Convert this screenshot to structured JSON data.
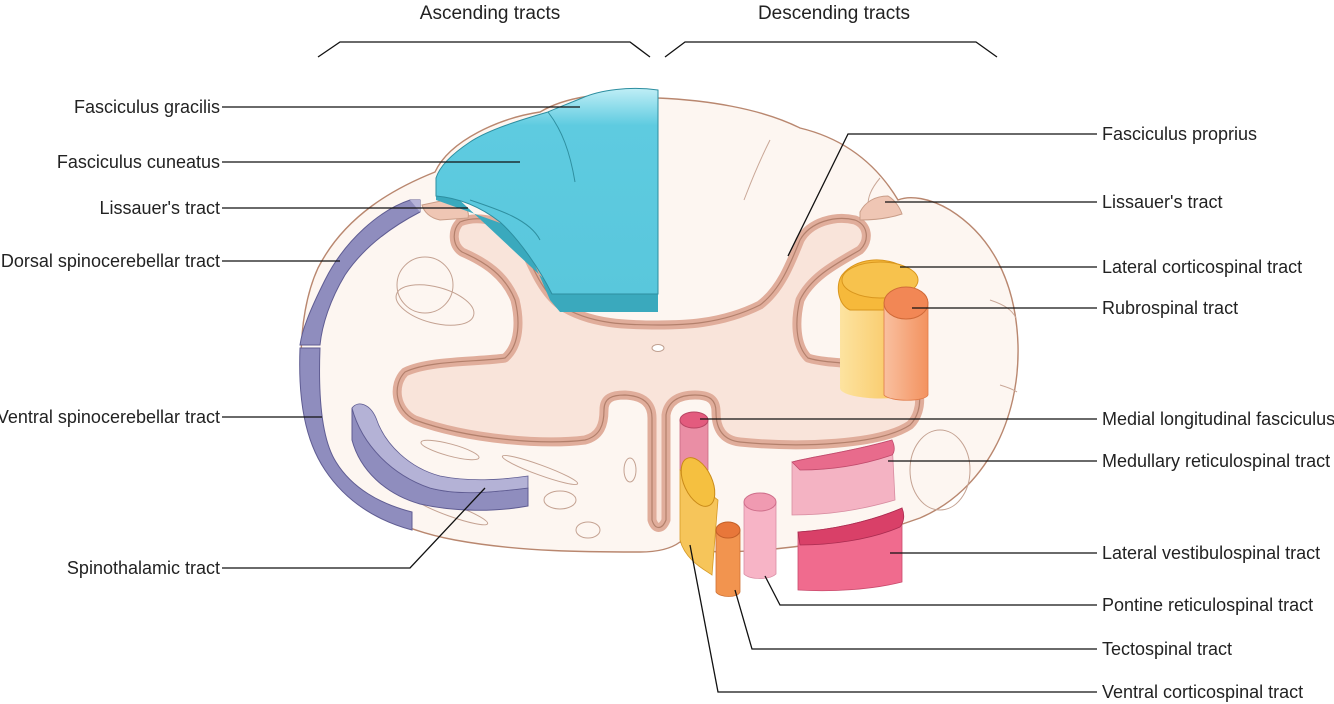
{
  "headers": {
    "ascending": "Ascending tracts",
    "descending": "Descending tracts"
  },
  "labels_left": {
    "fasciculus_gracilis": "Fasciculus gracilis",
    "fasciculus_cuneatus": "Fasciculus cuneatus",
    "lissauers_tract": "Lissauer's tract",
    "dorsal_spinocerebellar": "Dorsal spinocerebellar tract",
    "ventral_spinocerebellar": "Ventral spinocerebellar tract",
    "spinothalamic": "Spinothalamic tract"
  },
  "labels_right": {
    "fasciculus_proprius": "Fasciculus proprius",
    "lissauers_tract": "Lissauer's tract",
    "lateral_corticospinal": "Lateral corticospinal tract",
    "rubrospinal": "Rubrospinal tract",
    "medial_longitudinal": "Medial longitudinal fasciculus",
    "medullary_reticulospinal": "Medullary reticulospinal tract",
    "lateral_vestibulospinal": "Lateral vestibulospinal tract",
    "pontine_reticulospinal": "Pontine reticulospinal tract",
    "tectospinal": "Tectospinal tract",
    "ventral_corticospinal": "Ventral corticospinal tract"
  },
  "colors": {
    "white_matter": "#fdf6f1",
    "grey_matter": "#f8e4da",
    "grey_outline": "#e3b3a2",
    "dorsal_column": "#5ccbdf",
    "spinocerebellar": "#8f8dbe",
    "lateral_corticospinal": "#f7c24d",
    "rubrospinal": "#f39468",
    "reticulospinal_pink": "#f4a7b9",
    "vestibulospinal": "#f06b8e",
    "medial_longitudinal": "#ea8ea5",
    "tectospinal": "#f08a4d",
    "ventral_corticospinal": "#f5c555"
  }
}
